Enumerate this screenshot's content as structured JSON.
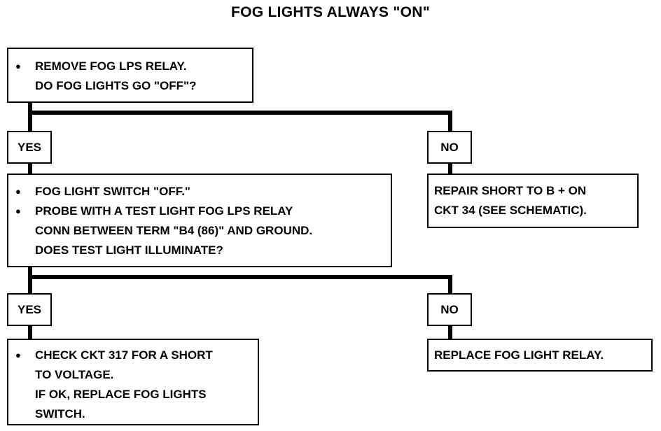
{
  "title": "FOG LIGHTS ALWAYS \"ON\"",
  "step1": {
    "lines": [
      {
        "text": "REMOVE FOG LPS RELAY.",
        "bullet": true
      },
      {
        "text": "DO FOG LIGHTS GO \"OFF\"?",
        "bullet": false
      }
    ]
  },
  "yes1": "YES",
  "no1": "NO",
  "step2": {
    "lines": [
      {
        "text": "FOG LIGHT SWITCH \"OFF.\"",
        "bullet": true
      },
      {
        "text": "PROBE WITH A TEST LIGHT FOG LPS RELAY",
        "bullet": true
      },
      {
        "text": "CONN BETWEEN TERM \"B4 (86)\" AND GROUND.",
        "bullet": false
      },
      {
        "text": "DOES TEST LIGHT ILLUMINATE?",
        "bullet": false
      }
    ]
  },
  "no1_result": {
    "lines": [
      "REPAIR SHORT TO B + ON",
      "CKT 34 (SEE SCHEMATIC)."
    ]
  },
  "yes2": "YES",
  "no2": "NO",
  "step3": {
    "lines": [
      {
        "text": "CHECK CKT 317 FOR A SHORT",
        "bullet": true
      },
      {
        "text": "TO VOLTAGE.",
        "bullet": false
      },
      {
        "text": "IF OK, REPLACE FOG LIGHTS",
        "bullet": false
      },
      {
        "text": "SWITCH.",
        "bullet": false
      }
    ]
  },
  "no2_result": {
    "lines": [
      "REPLACE FOG LIGHT RELAY."
    ]
  }
}
